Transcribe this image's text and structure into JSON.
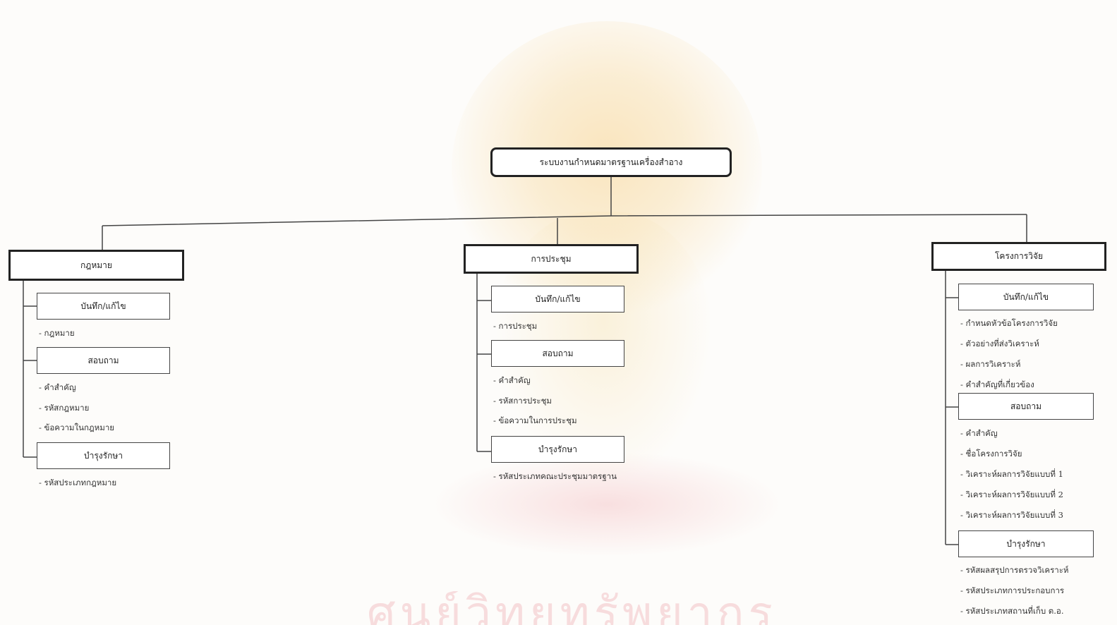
{
  "watermark": {
    "text": "ศูนย์วิทยทรัพยากร"
  },
  "root": {
    "label": "ระบบงานกำหนดมาตรฐานเครื่องสำอาง"
  },
  "branches": [
    {
      "label": "กฎหมาย",
      "sections": [
        {
          "label": "บันทึก/แก้ไข",
          "items": [
            "- กฎหมาย"
          ]
        },
        {
          "label": "สอบถาม",
          "items": [
            "- คำสำคัญ",
            "- รหัสกฎหมาย",
            "- ข้อความในกฎหมาย"
          ]
        },
        {
          "label": "บำรุงรักษา",
          "items": [
            "- รหัสประเภทกฎหมาย"
          ]
        }
      ]
    },
    {
      "label": "การประชุม",
      "sections": [
        {
          "label": "บันทึก/แก้ไข",
          "items": [
            "- การประชุม"
          ]
        },
        {
          "label": "สอบถาม",
          "items": [
            "- คำสำคัญ",
            "- รหัสการประชุม",
            "- ข้อความในการประชุม"
          ]
        },
        {
          "label": "บำรุงรักษา",
          "items": [
            "- รหัสประเภทคณะประชุมมาตรฐาน"
          ]
        }
      ]
    },
    {
      "label": "โครงการวิจัย",
      "sections": [
        {
          "label": "บันทึก/แก้ไข",
          "items": [
            "- กำหนดหัวข้อโครงการวิจัย",
            "- ตัวอย่างที่ส่งวิเคราะห์",
            "- ผลการวิเคราะห์",
            "- คำสำคัญที่เกี่ยวข้อง"
          ]
        },
        {
          "label": "สอบถาม",
          "items": [
            "- คำสำคัญ",
            "- ชื่อโครงการวิจัย",
            "- วิเคราะห์ผลการวิจัยแบบที่ 1",
            "- วิเคราะห์ผลการวิจัยแบบที่ 2",
            "- วิเคราะห์ผลการวิจัยแบบที่ 3"
          ]
        },
        {
          "label": "บำรุงรักษา",
          "items": [
            "- รหัสผลสรุปการตรวจวิเคราะห์",
            "- รหัสประเภทการประกอบการ",
            "- รหัสประเภทสถานที่เก็บ ต.อ."
          ]
        }
      ]
    }
  ]
}
